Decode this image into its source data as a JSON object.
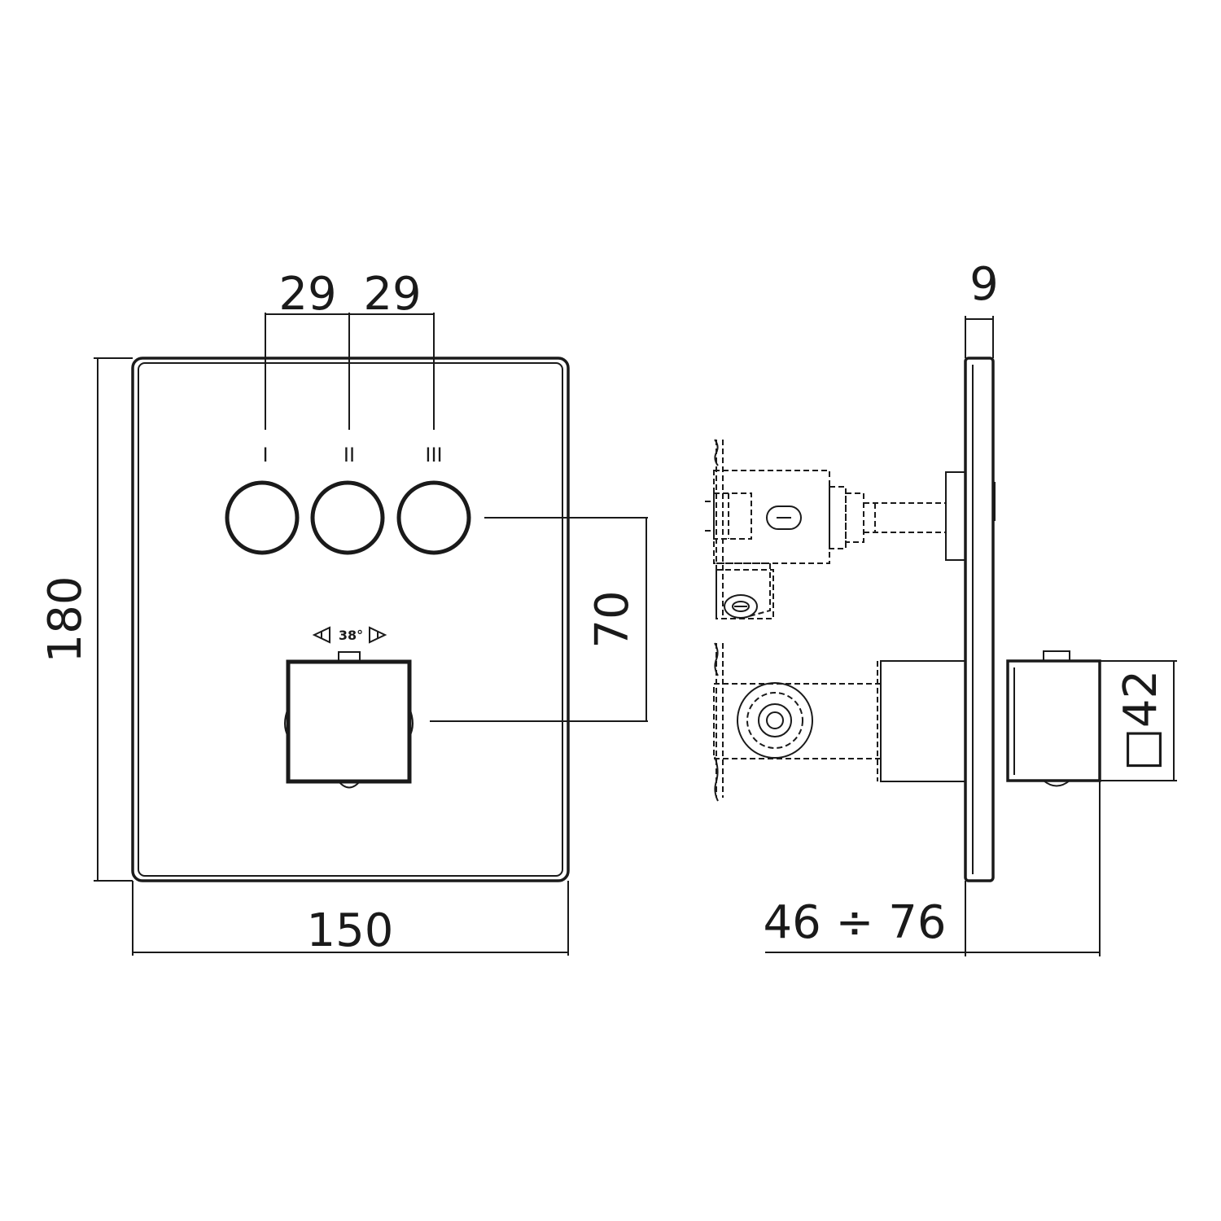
{
  "dimensions": {
    "button_spacing_left": "29",
    "button_spacing_right": "29",
    "plate_height": "180",
    "plate_width": "150",
    "vertical_spacing": "70",
    "plate_thickness": "9",
    "depth_range": "46 ÷ 76",
    "handle_size": "□42"
  },
  "button_labels": [
    "I",
    "II",
    "III"
  ],
  "handle_angle": "38°"
}
